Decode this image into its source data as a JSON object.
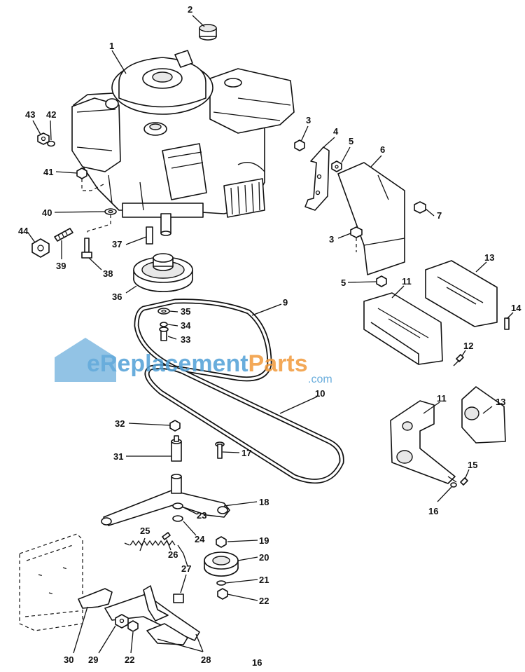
{
  "watermark": {
    "brand_part1": "eReplacement",
    "brand_part2": "Parts",
    "domain_suffix": ".com",
    "colors": {
      "blue": "#4f9fd6",
      "orange": "#f29a3a",
      "house": "#5fa8d8"
    }
  },
  "page_number": "16",
  "callouts": [
    {
      "id": "c1",
      "text": "1"
    },
    {
      "id": "c2",
      "text": "2"
    },
    {
      "id": "c3a",
      "text": "3"
    },
    {
      "id": "c3b",
      "text": "3"
    },
    {
      "id": "c4",
      "text": "4"
    },
    {
      "id": "c5a",
      "text": "5"
    },
    {
      "id": "c5b",
      "text": "5"
    },
    {
      "id": "c6",
      "text": "6"
    },
    {
      "id": "c7",
      "text": "7"
    },
    {
      "id": "c9",
      "text": "9"
    },
    {
      "id": "c10",
      "text": "10"
    },
    {
      "id": "c11a",
      "text": "11"
    },
    {
      "id": "c11b",
      "text": "11"
    },
    {
      "id": "c12",
      "text": "12"
    },
    {
      "id": "c13a",
      "text": "13"
    },
    {
      "id": "c13b",
      "text": "13"
    },
    {
      "id": "c14",
      "text": "14"
    },
    {
      "id": "c15",
      "text": "15"
    },
    {
      "id": "c16",
      "text": "16"
    },
    {
      "id": "c17",
      "text": "17"
    },
    {
      "id": "c18",
      "text": "18"
    },
    {
      "id": "c19",
      "text": "19"
    },
    {
      "id": "c20",
      "text": "20"
    },
    {
      "id": "c21",
      "text": "21"
    },
    {
      "id": "c22a",
      "text": "22"
    },
    {
      "id": "c22b",
      "text": "22"
    },
    {
      "id": "c23",
      "text": "23"
    },
    {
      "id": "c24",
      "text": "24"
    },
    {
      "id": "c25",
      "text": "25"
    },
    {
      "id": "c26",
      "text": "26"
    },
    {
      "id": "c27",
      "text": "27"
    },
    {
      "id": "c28",
      "text": "28"
    },
    {
      "id": "c29",
      "text": "29"
    },
    {
      "id": "c30",
      "text": "30"
    },
    {
      "id": "c31",
      "text": "31"
    },
    {
      "id": "c32",
      "text": "32"
    },
    {
      "id": "c33",
      "text": "33"
    },
    {
      "id": "c34",
      "text": "34"
    },
    {
      "id": "c35",
      "text": "35"
    },
    {
      "id": "c36",
      "text": "36"
    },
    {
      "id": "c37",
      "text": "37"
    },
    {
      "id": "c38",
      "text": "38"
    },
    {
      "id": "c39",
      "text": "39"
    },
    {
      "id": "c40",
      "text": "40"
    },
    {
      "id": "c41",
      "text": "41"
    },
    {
      "id": "c42",
      "text": "42"
    },
    {
      "id": "c43",
      "text": "43"
    },
    {
      "id": "c44",
      "text": "44"
    }
  ]
}
